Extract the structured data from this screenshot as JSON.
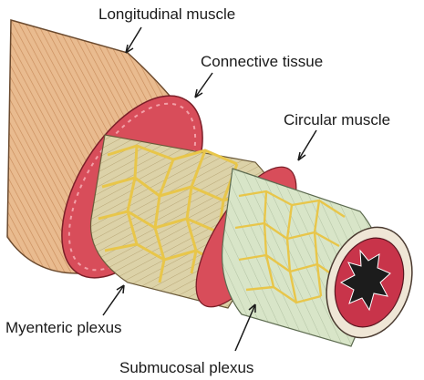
{
  "labels": {
    "longitudinal": "Longitudinal muscle",
    "connective": "Connective tissue",
    "circular": "Circular muscle",
    "myenteric": "Myenteric plexus",
    "submucosal": "Submucosal plexus"
  },
  "colors": {
    "longitudinal_muscle": "#e9bb8f",
    "longitudinal_stripe": "#c98d5c",
    "connective_tissue": "#d84d5a",
    "circular_muscle": "#dcd7b4",
    "submucosa": "#d8e5c8",
    "plexus": "#e8c64a",
    "mucosa": "#c8344a",
    "lumen": "#1c1c1c"
  }
}
